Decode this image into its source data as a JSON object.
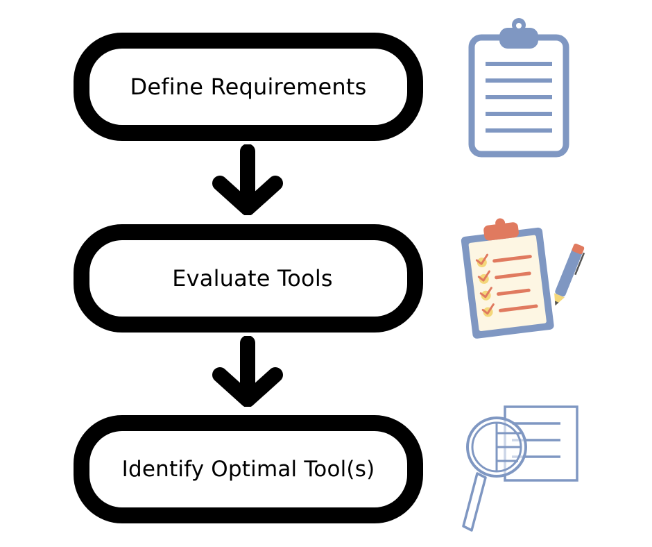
{
  "flow": {
    "steps": [
      {
        "label": "Define Requirements"
      },
      {
        "label": "Evaluate Tools"
      },
      {
        "label": "Identify Optimal Tool(s)"
      }
    ]
  },
  "icons": {
    "step_1": "clipboard-icon",
    "step_2": "checklist-clipboard-with-pen-icon",
    "step_3": "document-magnifying-glass-icon"
  },
  "colors": {
    "box_border": "#000000",
    "arrow": "#000000",
    "icon_blue": "#7f97c2",
    "icon_orange": "#e07a5f",
    "icon_yellow": "#f4d77a",
    "icon_cream": "#fdf6e3"
  }
}
